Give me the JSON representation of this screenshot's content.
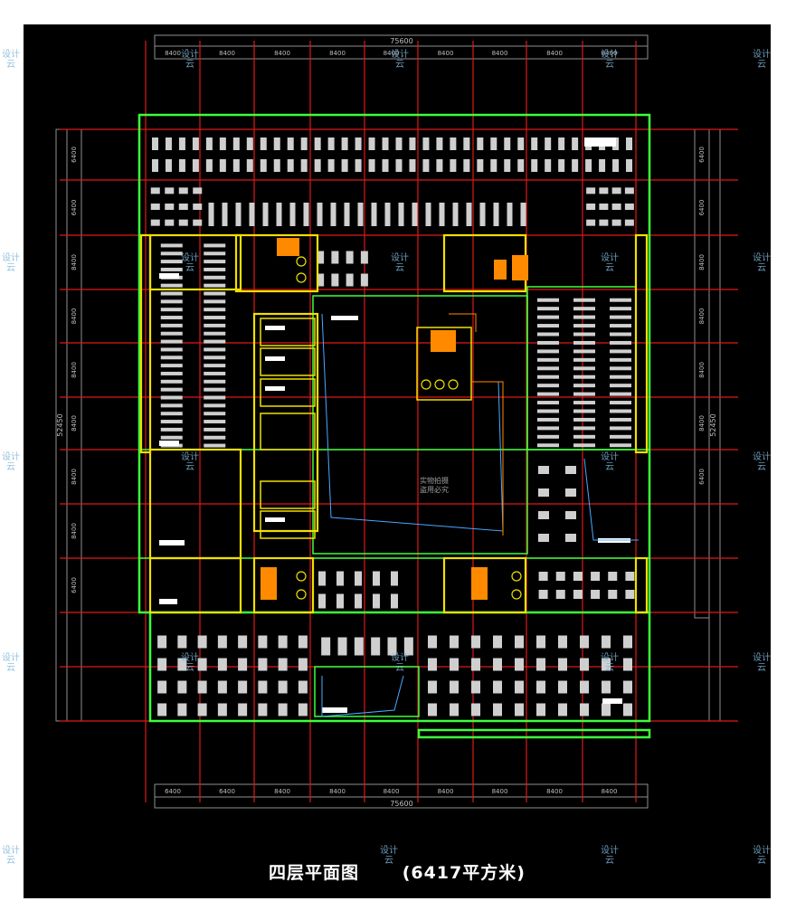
{
  "drawing": {
    "title": "四层平面图",
    "area": "(6417平方米)",
    "total_dim_top": "75600",
    "total_dim_bottom": "75600",
    "total_dim_left": "52450",
    "total_dim_right": "52450",
    "bay_dims_top": [
      "8400",
      "8400",
      "8400",
      "8400",
      "8400",
      "8400",
      "8400",
      "8400",
      "8400"
    ],
    "bay_dims_bottom": [
      "6400",
      "6400",
      "8400",
      "8400",
      "8400",
      "8400",
      "8400",
      "8400",
      "8400"
    ],
    "bay_dims_left": [
      "6400",
      "6400",
      "8400",
      "8400",
      "8400",
      "8400",
      "8400",
      "8400",
      "6400"
    ],
    "bay_dims_right": [
      "6400",
      "6400",
      "8400",
      "8400",
      "8400",
      "8400",
      "6400"
    ],
    "center_stamp": [
      "实物拍摄",
      "盗用必究"
    ]
  },
  "watermark": "设计云",
  "colors": {
    "background": "#000000",
    "grid": "#e01818",
    "walls": "#3cff3c",
    "core_walls": "#f0e000",
    "stairs": "#ff8a00",
    "furniture": "#cfcfcf",
    "dimension": "#8f8f8f"
  }
}
